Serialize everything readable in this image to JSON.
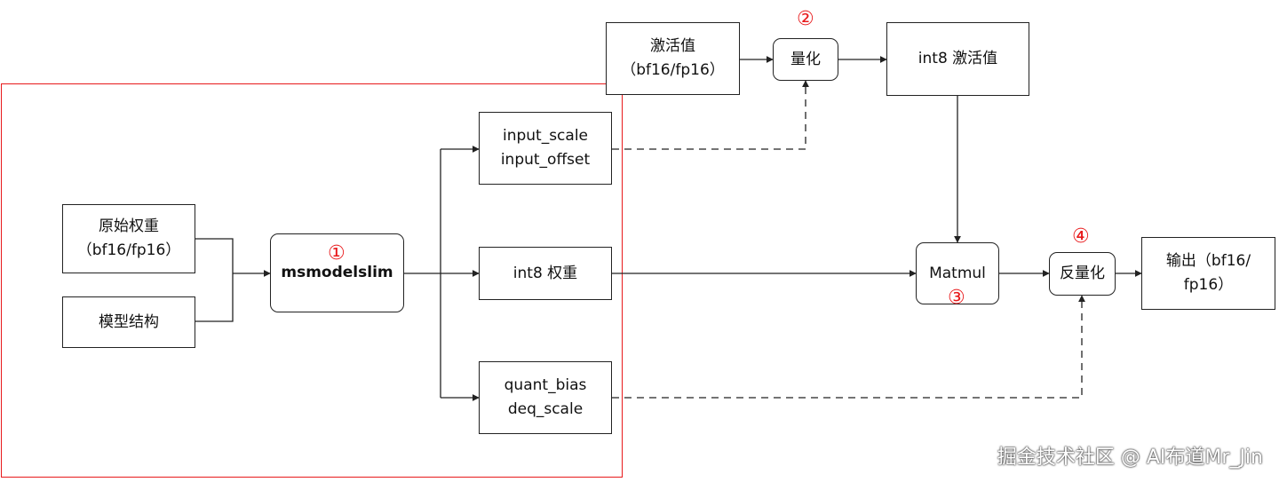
{
  "nodes": {
    "orig_weight": {
      "line1": "原始权重",
      "line2": "（bf16/fp16）"
    },
    "model_struct": {
      "label": "模型结构"
    },
    "msmodelslim": {
      "label": "msmodelslim"
    },
    "input_scale": {
      "line1": "input_scale",
      "line2": "input_offset"
    },
    "int8_weight": {
      "label": "int8 权重"
    },
    "quant_bias": {
      "line1": "quant_bias",
      "line2": "deq_scale"
    },
    "activation": {
      "line1": "激活值",
      "line2": "（bf16/fp16）"
    },
    "quantize": {
      "label": "量化"
    },
    "int8_activation": {
      "label": "int8 激活值"
    },
    "matmul": {
      "label": "Matmul"
    },
    "dequantize": {
      "label": "反量化"
    },
    "output": {
      "line1": "输出（bf16/",
      "line2": "fp16）"
    }
  },
  "step_markers": {
    "one": "①",
    "two": "②",
    "three": "③",
    "four": "④"
  },
  "watermark": "掘金技术社区 @ AI布道Mr_Jin",
  "colors": {
    "highlight": "#e8191b",
    "line": "#222222"
  }
}
